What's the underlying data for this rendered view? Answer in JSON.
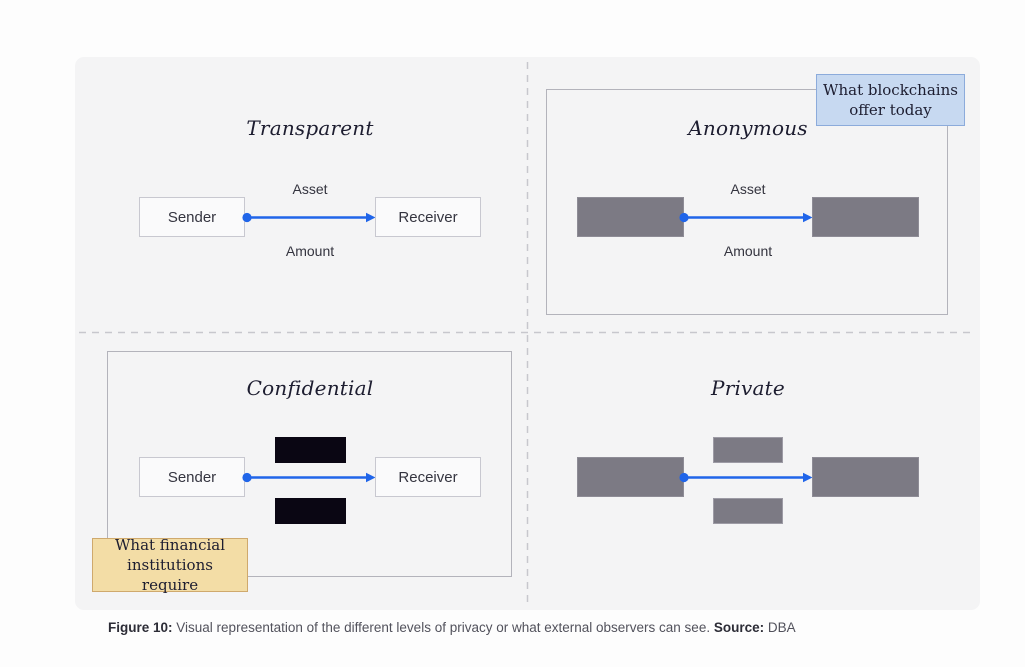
{
  "quadrants": {
    "transparent": {
      "title": "Transparent",
      "asset_label": "Asset",
      "amount_label": "Amount",
      "sender_label": "Sender",
      "receiver_label": "Receiver"
    },
    "anonymous": {
      "title": "Anonymous",
      "asset_label": "Asset",
      "amount_label": "Amount"
    },
    "confidential": {
      "title": "Confidential",
      "sender_label": "Sender",
      "receiver_label": "Receiver"
    },
    "private": {
      "title": "Private"
    }
  },
  "callouts": {
    "blockchains_offer_today": "What blockchains offer today",
    "financial_institutions_require": "What financial institutions require"
  },
  "caption": {
    "figure_label": "Figure 10:",
    "text": "Visual representation of the different levels of privacy or what external observers can see.",
    "source_label": "Source:",
    "source_value": "DBA"
  },
  "colors": {
    "arrow-blue": "#2065e9",
    "panel-bg": "#f4f4f5",
    "page-bg": "#fdfdfd",
    "dash-color": "#c7c7cd",
    "container-border": "#b3b3bb",
    "node-bg": "#fafafb",
    "node-border": "#c8c8d0",
    "node-gray": "#7c7a84",
    "node-gray-border": "#8e8c96",
    "redaction-gray-border": "#9d9ba5",
    "redaction-black": "#0a0613",
    "callout-blue-bg": "#c7d9f1",
    "callout-blue-border": "#8cabdb",
    "callout-tan-bg": "#f3dda6",
    "callout-tan-border": "#cfa96d",
    "title-ink": "#1d1d30",
    "label-ink": "#34343f",
    "caption-ink": "#52525c",
    "caption-bold-ink": "#2c2c36"
  }
}
